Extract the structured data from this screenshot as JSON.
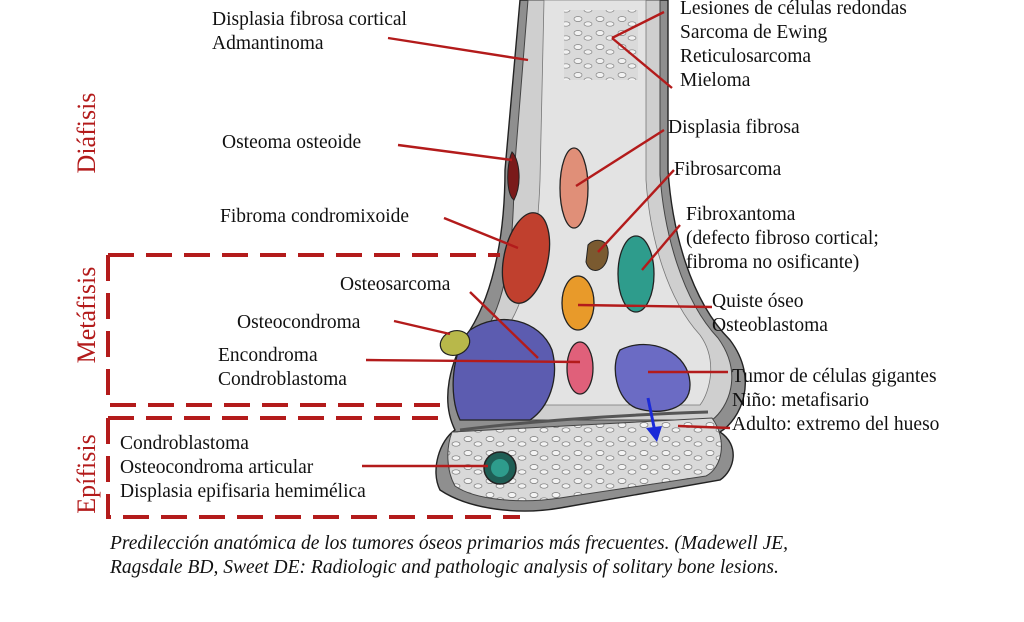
{
  "regions": {
    "diaphysis": "Diáfisis",
    "metaphysis": "Metáfisis",
    "epiphysis": "Epífisis"
  },
  "labels": {
    "cortical_dysplasia": [
      "Displasia fibrosa cortical",
      "Admantinoma"
    ],
    "round_cell": [
      "Lesiones de células redondas",
      "Sarcoma de Ewing",
      "Reticulosarcoma",
      "Mieloma"
    ],
    "osteoid_osteoma": "Osteoma osteoide",
    "fibrous_dysplasia": "Displasia fibrosa",
    "fibrosarcoma": "Fibrosarcoma",
    "chondromyxoid_fibroma": "Fibroma condromixoide",
    "fibroxanthoma": [
      "Fibroxantoma",
      "(defecto fibroso cortical;",
      "fibroma no osificante)"
    ],
    "osteosarcoma": "Osteosarcoma",
    "osteochondroma": "Osteocondroma",
    "bone_cyst": [
      "Quiste óseo",
      "Osteoblastoma"
    ],
    "enchondroma": [
      "Encondroma",
      "Condroblastoma"
    ],
    "giant_cell_tumor": [
      "Tumor de células gigantes",
      "Niño: metafisario",
      "Adulto: extremo del hueso"
    ],
    "epiphysis_lesions": [
      "Condroblastoma",
      "Osteocondroma articular",
      "Displasia epifisaria hemimélica"
    ]
  },
  "caption": [
    "Predilección anatómica de los tumores óseos primarios más frecuentes. (Madewell JE,",
    "Ragsdale BD, Sweet DE: Radiologic and pathologic analysis of solitary bone lesions."
  ],
  "colors": {
    "leader": "#b31b1b",
    "region_box": "#b31b1b",
    "bone_outer": "#9a9a9a",
    "bone_cortex": "#c9c9c9",
    "marrow": "#e6e6e6",
    "giant_cell": "#6b6bc4",
    "osteosarcoma": "#5c5cb0",
    "fibroma_chondromyxoid": "#c0402e",
    "fibroxanthoma": "#2e9c8c",
    "bone_cyst": "#e89a2a",
    "enchondroma": "#e0607a",
    "fibrous_dysplasia": "#e08f78",
    "osteoid_osteoma": "#7a1a1a",
    "fibrosarcoma": "#7a5a30",
    "osteochondroma": "#b8b84a",
    "arrow": "#1a2ad8"
  }
}
